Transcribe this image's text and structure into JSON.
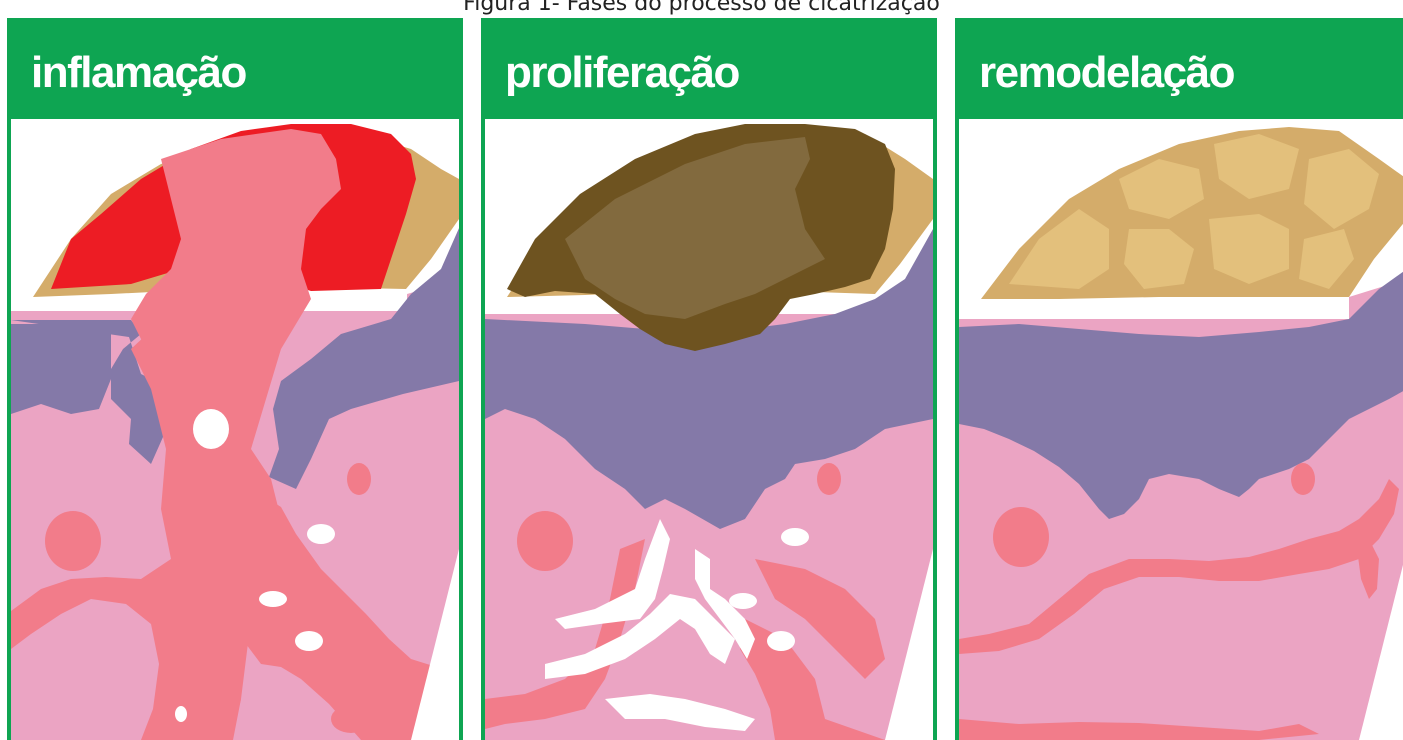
{
  "caption": "Figura 1- Fases do processo de cicatrização",
  "panels": [
    {
      "title": "inflamação"
    },
    {
      "title": "proliferação"
    },
    {
      "title": "remodelação"
    }
  ],
  "colors": {
    "header_green": "#0ea552",
    "dermis_pink": "#eba4c3",
    "epidermis_purple": "#8479a8",
    "vessel_red": "#f27c8a",
    "blood_red": "#ed1c24",
    "scab_tan": "#d4ac6a",
    "scab_light": "#e3c07c",
    "clot_brown": "#6e5320",
    "clot_light": "#826a3e"
  }
}
